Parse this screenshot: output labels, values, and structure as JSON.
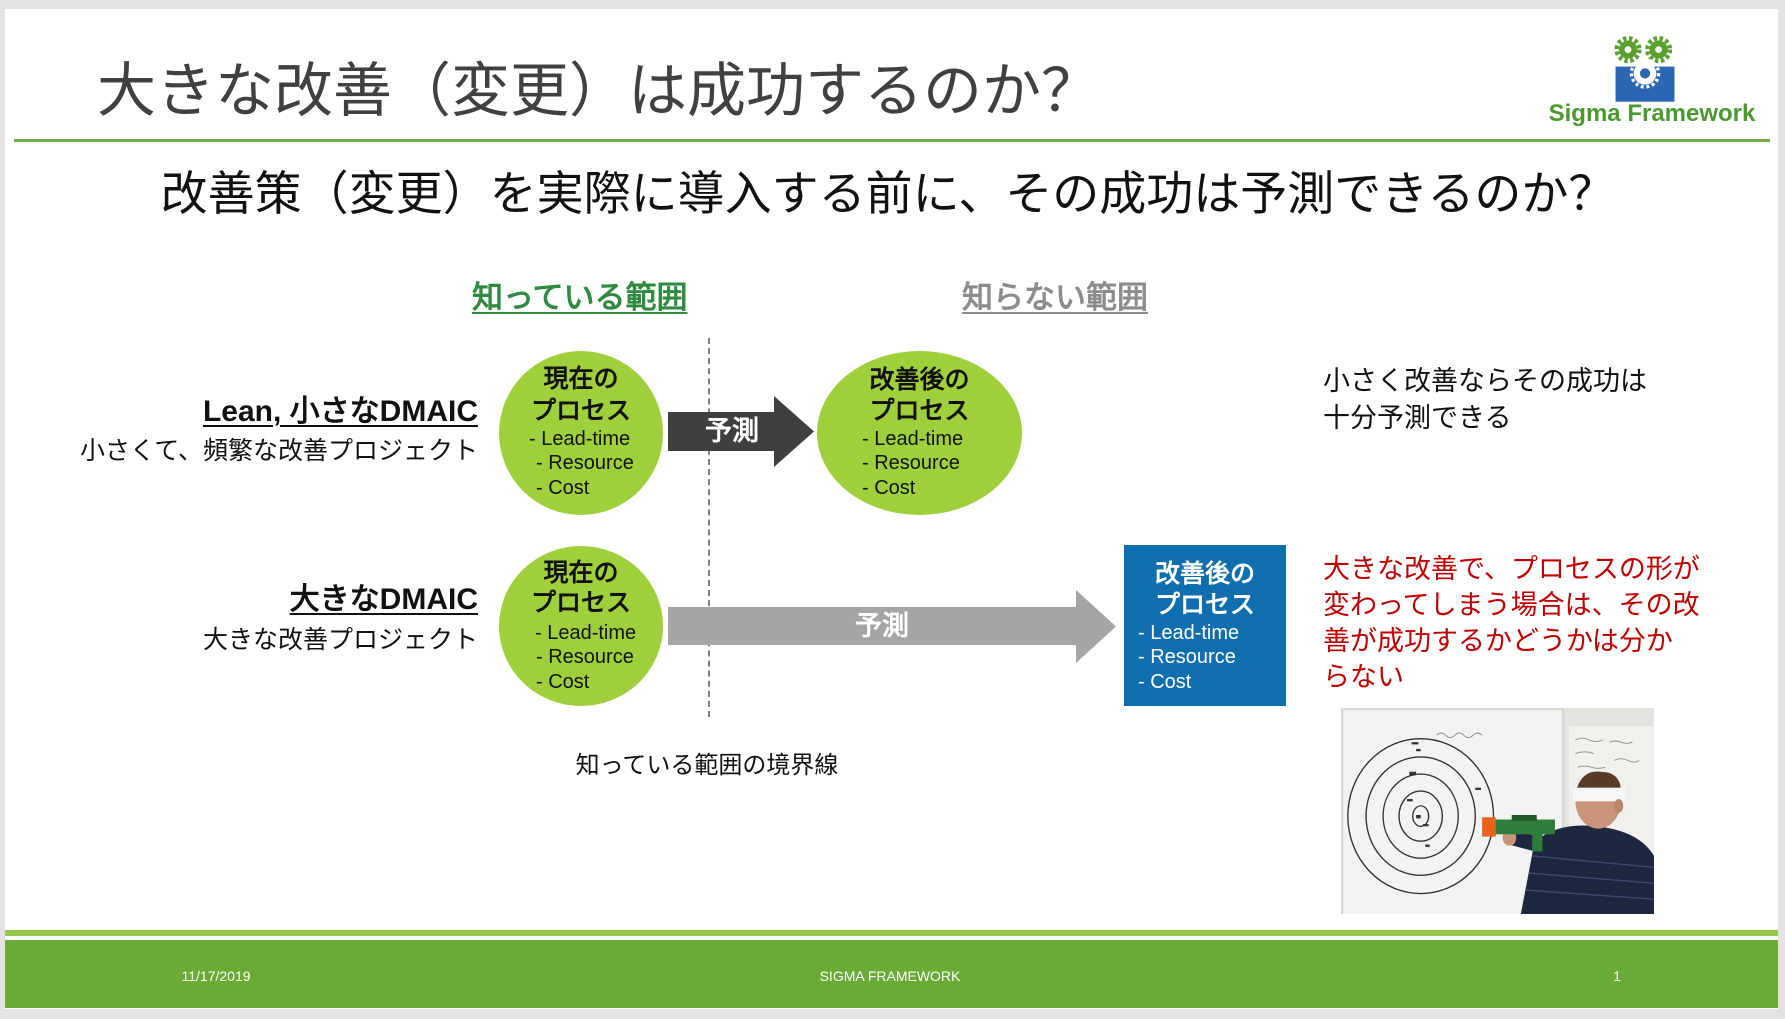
{
  "title": "大きな改善（変更）は成功するのか？",
  "subtitle": "改善策（変更）を実際に導入する前に、その成功は予測できるのか？",
  "logo": {
    "text": "Sigma Framework",
    "icon": "sigma-framework-gears-icon"
  },
  "range_labels": {
    "known": "知っている範囲",
    "unknown": "知らない範囲",
    "boundary": "知っている範囲の境界線"
  },
  "rows": [
    {
      "heading": "Lean, 小さなDMAIC",
      "description": "小さくて、頻繁な改善プロジェクト",
      "current_process": {
        "line1": "現在の",
        "line2": "プロセス",
        "items": [
          "- Lead-time",
          "- Resource",
          "- Cost"
        ]
      },
      "arrow_label": "予測",
      "improved_process": {
        "line1": "改善後の",
        "line2": "プロセス",
        "items": [
          "- Lead-time",
          "- Resource",
          "- Cost"
        ]
      },
      "note_lines": [
        "小さく改善ならその成功は",
        "十分予測できる"
      ]
    },
    {
      "heading": "大きなDMAIC",
      "description": "大きな改善プロジェクト",
      "current_process": {
        "line1": "現在の",
        "line2": "プロセス",
        "items": [
          "- Lead-time",
          "- Resource",
          "- Cost"
        ]
      },
      "arrow_label": "予測",
      "improved_process": {
        "line1": "改善後の",
        "line2": "プロセス",
        "items": [
          "- Lead-time",
          "- Resource",
          "- Cost"
        ]
      },
      "note_lines": [
        "大きな改善で、プロセスの形が",
        "変わってしまう場合は、その改",
        "善が成功するかどうかは分か",
        "らない"
      ]
    }
  ],
  "footer": {
    "date": "11/17/2019",
    "brand": "SIGMA FRAMEWORK",
    "page_number": "1"
  },
  "colors": {
    "title_text": "#404040",
    "logo_green": "#4a9a2f",
    "accent_green": "#70ad47",
    "known_green": "#2e8b3f",
    "unknown_gray": "#8c8c8c",
    "circle_green": "#9fd03c",
    "box_blue": "#0f6fae",
    "warning_red": "#c00000",
    "arrow_dark": "#3f3f3f",
    "arrow_light": "#a5a5a5",
    "footer_light": "#92c94a",
    "footer_green": "#6aab35"
  }
}
